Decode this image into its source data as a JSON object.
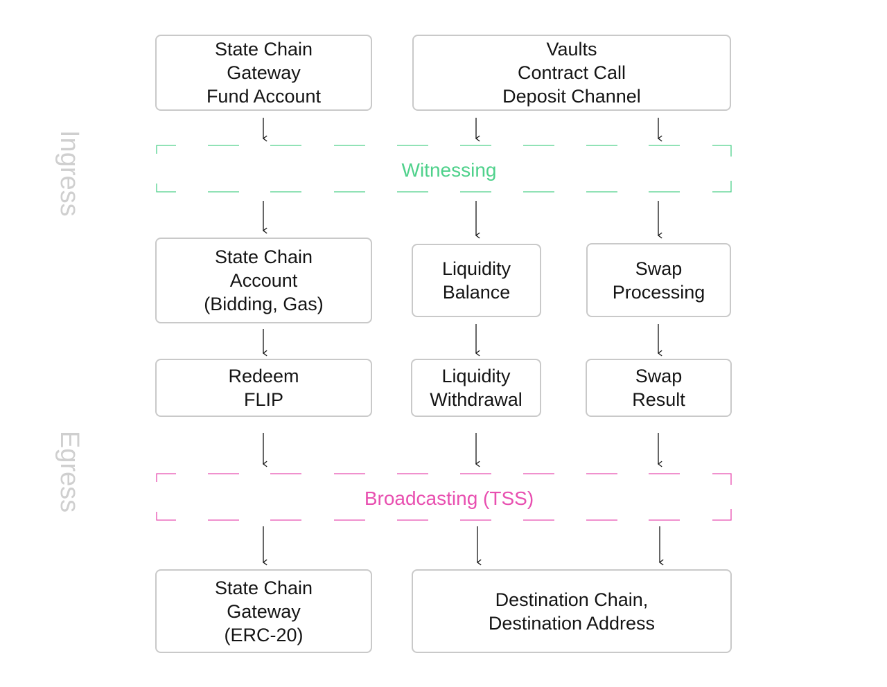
{
  "side_labels": {
    "ingress": "Ingress",
    "egress": "Egress"
  },
  "bands": {
    "witnessing": {
      "label": "Witnessing",
      "color": "#4fd18b"
    },
    "broadcasting": {
      "label": "Broadcasting (TSS)",
      "color": "#e84fb0"
    }
  },
  "boxes": {
    "state_chain_top": {
      "lines": [
        "State Chain",
        "Gateway",
        "Fund Account"
      ]
    },
    "vaults": {
      "lines": [
        "Vaults",
        "Contract Call",
        "Deposit Channel"
      ]
    },
    "state_chain_account": {
      "lines": [
        "State Chain",
        "Account",
        "(Bidding, Gas)"
      ]
    },
    "liquidity_balance": {
      "lines": [
        "Liquidity",
        "Balance"
      ]
    },
    "swap_processing": {
      "lines": [
        "Swap",
        "Processing"
      ]
    },
    "redeem_flip": {
      "lines": [
        "Redeem",
        "FLIP"
      ]
    },
    "liquidity_withdrawal": {
      "lines": [
        "Liquidity",
        "Withdrawal"
      ]
    },
    "swap_result": {
      "lines": [
        "Swap",
        "Result"
      ]
    },
    "state_chain_bottom": {
      "lines": [
        "State Chain",
        "Gateway",
        "(ERC-20)"
      ]
    },
    "destination": {
      "lines": [
        "Destination Chain,",
        "Destination Address"
      ]
    }
  }
}
